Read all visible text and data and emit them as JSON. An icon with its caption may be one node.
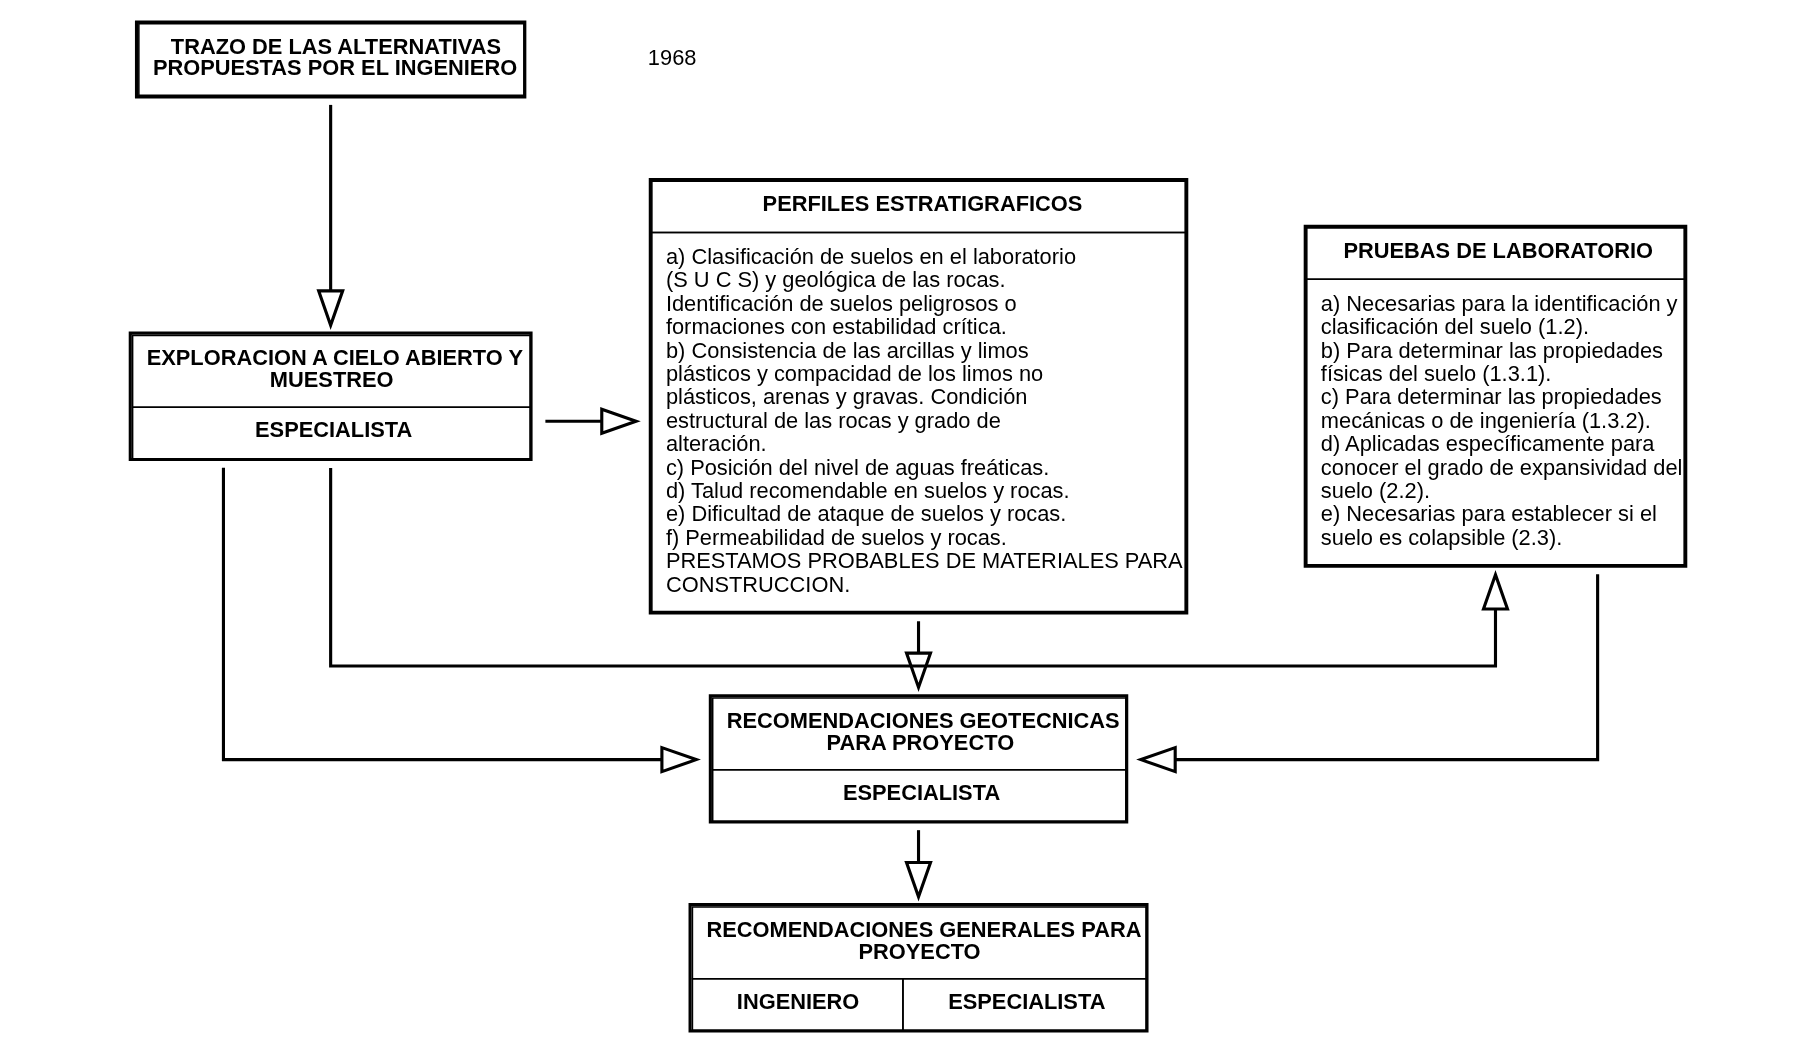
{
  "diagram": {
    "nodes": [
      {
        "text": [
          "TRAZO DE LAS ALTERNATIVAS PROPUESTAS POR EL INGENIERO"
        ]
      },
      {
        "text": [
          "PRUEBAS DE LABORATORIO",
          "a) Necesarias para la identificación y clasificación del suelo (1.2).",
          "b) Para determinar las propiedades físicas del suelo (1.3.1).",
          "c) Para determinar las propiedades mecánicas o de ingeniería (1.3.2).",
          "d) Aplicadas específicamente para conocer el grado de expansividad del suelo (2.2).",
          "e) Necesarias para establecer si el suelo es colapsible (2.3)."
        ]
      },
      {
        "text": [
          "EXPLORACION A CIELO ABIERTO Y MUESTREO",
          "ESPECIALISTA"
        ]
      },
      {
        "text": [
          "PERFILES ESTRATIGRAFICOS",
          "a) Clasificación de suelos en el laboratorio (S U C S) y geológica de las rocas. Identificación de suelos peligrosos o formaciones con estabilidad crítica.",
          "b) Consistencia de las arcillas y limos plásticos y compacidad de los limos no plásticos, arenas y gravas. Condición estructural de las rocas y grado de alteración.",
          "c) Posición del nivel de aguas freáticas.",
          "d) Talud recomendable en suelos y rocas.",
          "e) Dificultad de ataque de suelos y rocas.",
          "f) Permeabilidad de suelos y rocas.",
          "PRESTAMOS PROBABLES DE MATERIALES PARA CONSTRUCCION."
        ]
      },
      {
        "text": [
          "RECOMENDACIONES GEOTECNICAS PARA PROYECTO",
          "ESPECIALISTA"
        ]
      },
      {
        "text": [
          "RECOMENDACIONES GENERALES PARA PROYECTO",
          "INGENIERO",
          "ESPECIALISTA"
        ]
      }
    ],
    "edges": [
      {
        "from": 0,
        "to": 2,
        "arrow": "to"
      },
      {
        "from": 2,
        "to": 1,
        "arrow": "to"
      },
      {
        "from": 2,
        "to": 3,
        "arrow": "to"
      },
      {
        "from": 2,
        "to": 4,
        "arrow": "to"
      },
      {
        "from": 1,
        "to": 4,
        "arrow": "to"
      },
      {
        "from": 3,
        "to": 4,
        "arrow": "to"
      },
      {
        "from": 4,
        "to": 5,
        "arrow": "to"
      }
    ],
    "labels": [
      "1968"
    ]
  }
}
